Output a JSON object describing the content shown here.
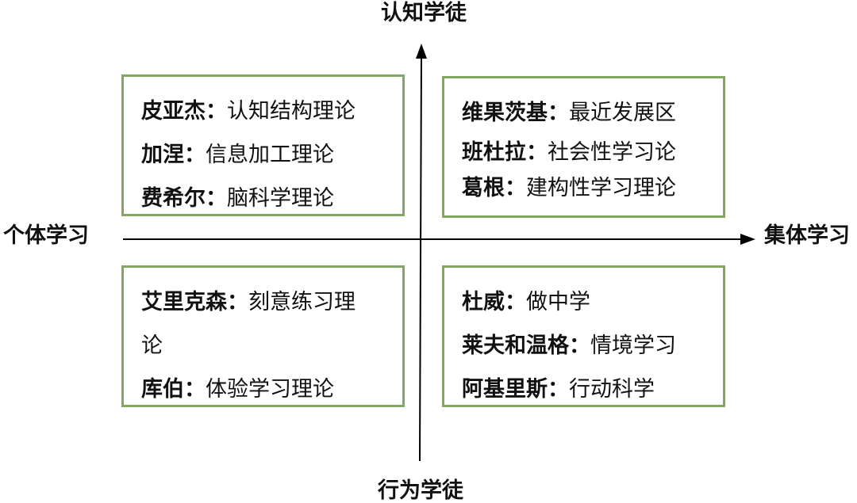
{
  "axes": {
    "top": "认知学徒",
    "bottom": "行为学徒",
    "left": "个体学习",
    "right": "集体学习"
  },
  "quadrants": {
    "top_left": [
      {
        "name": "皮亚杰：",
        "theory": "认知结构理论"
      },
      {
        "name": "加涅：",
        "theory": "信息加工理论"
      },
      {
        "name": "费希尔：",
        "theory": "脑科学理论"
      }
    ],
    "top_right": [
      {
        "name": "维果茨基：",
        "theory": "最近发展区"
      },
      {
        "name": "班杜拉：",
        "theory": "社会性学习论"
      },
      {
        "name": "葛根：",
        "theory": "建构性学习理论"
      }
    ],
    "bottom_left": [
      {
        "name": "艾里克森：",
        "theory": "刻意练习理论"
      },
      {
        "name": "库伯：",
        "theory": "体验学习理论"
      }
    ],
    "bottom_right": [
      {
        "name": "杜威：",
        "theory": "做中学"
      },
      {
        "name": "莱夫和温格：",
        "theory": "情境学习"
      },
      {
        "name": "阿基里斯：",
        "theory": "行动科学"
      }
    ]
  },
  "colors": {
    "box_border": "#80a860",
    "axis": "#000000"
  }
}
